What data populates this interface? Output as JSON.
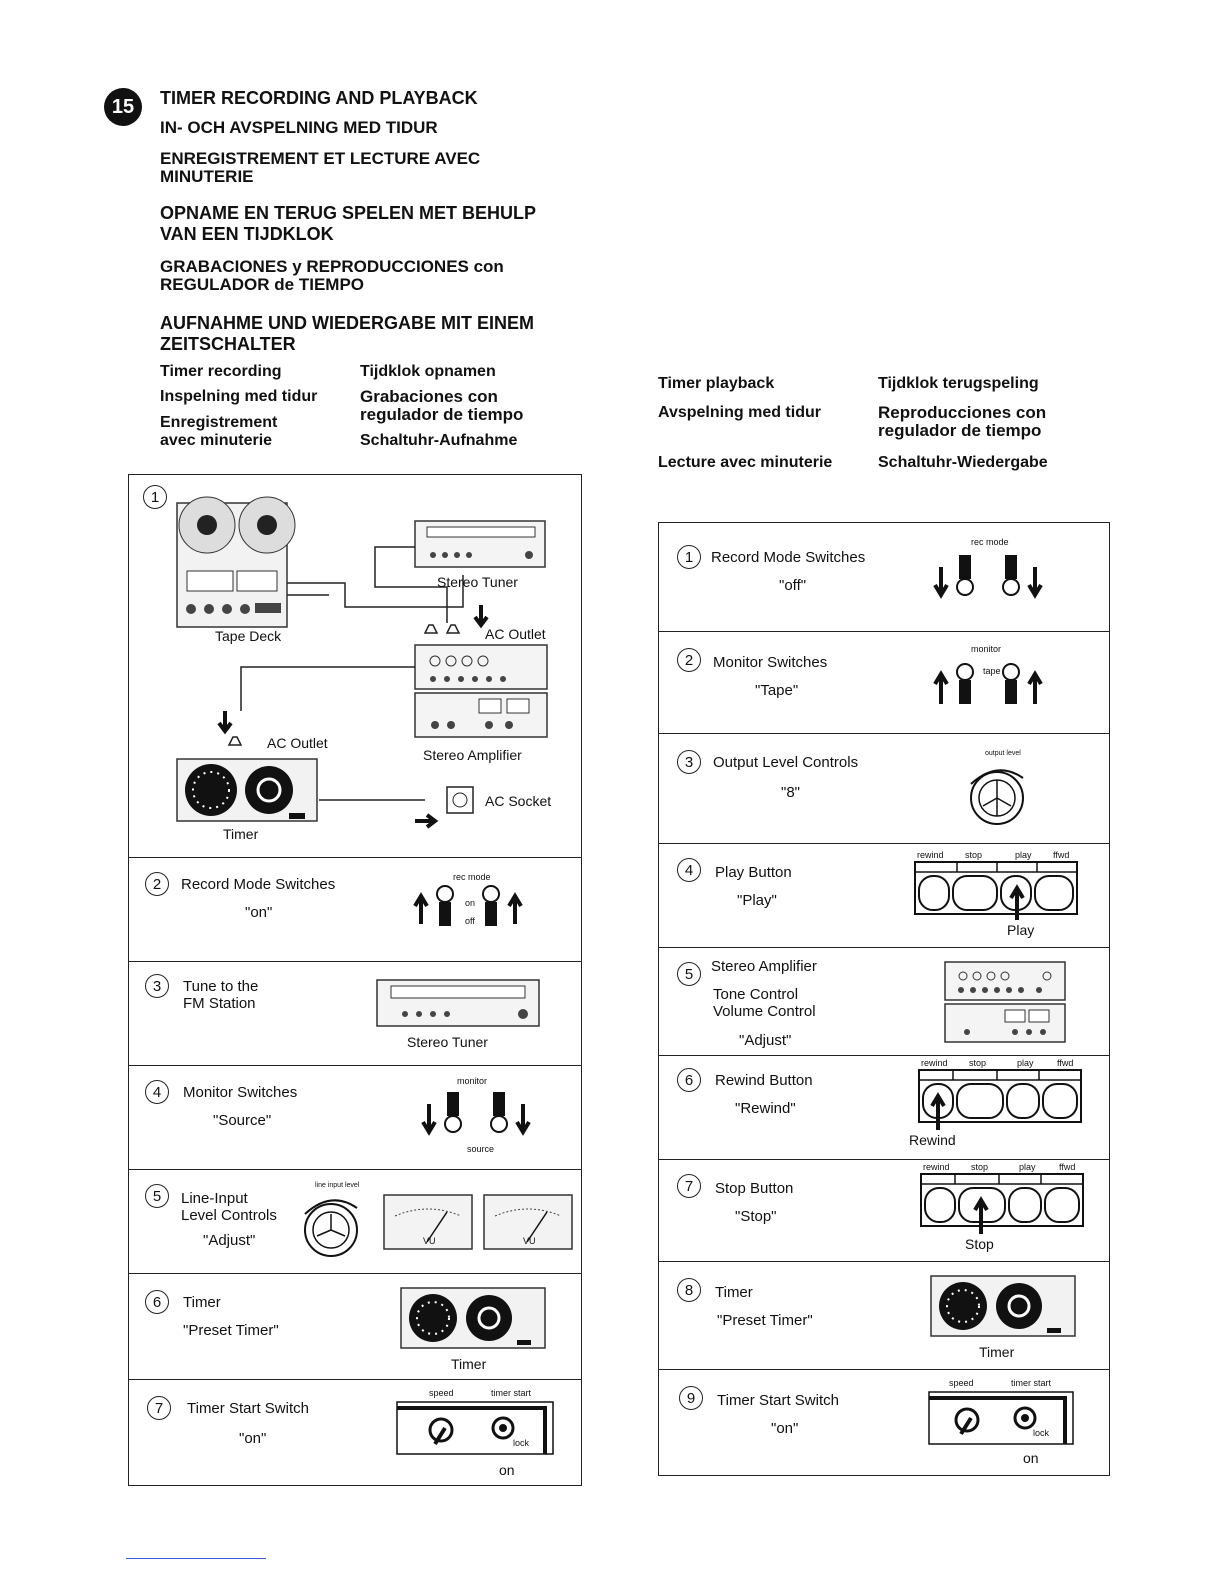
{
  "section": {
    "number": "15",
    "titles": [
      "TIMER RECORDING AND PLAYBACK",
      "IN- OCH AVSPELNING MED TIDUR",
      "ENREGISTREMENT ET LECTURE AVEC\nMINUTERIE",
      "OPNAME EN TERUG SPELEN MET BEHULP\nVAN EEN TIJDKLOK",
      "GRABACIONES y REPRODUCCIONES con\nREGULADOR de TIEMPO",
      "AUFNAHME UND WIEDERGABE MIT EINEM\nZEITSCHALTER"
    ]
  },
  "recording_headings": {
    "col1": [
      "Timer recording",
      "Inspelning med tidur",
      "Enregistrement\navec minuterie"
    ],
    "col2": [
      "Tijdklok opnamen",
      "Grabaciones con\nregulador de tiempo",
      "Schaltuhr-Aufnahme"
    ]
  },
  "playback_headings": {
    "col1": [
      "Timer playback",
      "Avspelning med tidur",
      "Lecture avec minuterie"
    ],
    "col2": [
      "Tijdklok terugspeling",
      "Reproducciones con\nregulador de tiempo",
      "Schaltuhr-Wiedergabe"
    ]
  },
  "recording_panel": {
    "step1": {
      "num": "1",
      "tape_deck": "Tape Deck",
      "stereo_tuner": "Stereo Tuner",
      "ac_outlet_1": "AC Outlet",
      "ac_outlet_2": "AC Outlet",
      "stereo_amplifier": "Stereo Amplifier",
      "ac_socket": "AC Socket",
      "timer": "Timer"
    },
    "steps": [
      {
        "num": "2",
        "label": "Record Mode Switches",
        "value": "\"on\"",
        "fig_top": "rec mode",
        "fig_a": "on",
        "fig_b": "off"
      },
      {
        "num": "3",
        "label": "Tune to the\nFM Station",
        "value": "",
        "caption": "Stereo Tuner"
      },
      {
        "num": "4",
        "label": "Monitor Switches",
        "value": "\"Source\"",
        "fig_top": "monitor",
        "fig_bottom": "source"
      },
      {
        "num": "5",
        "label": "Line-Input\nLevel Controls",
        "value": "\"Adjust\"",
        "fig_top": "line input level",
        "vu": "VU"
      },
      {
        "num": "6",
        "label": "Timer",
        "value": "\"Preset Timer\"",
        "caption": "Timer"
      },
      {
        "num": "7",
        "label": "Timer Start Switch",
        "value": "\"on\"",
        "speed": "speed",
        "timer_start": "timer start",
        "lock": "lock",
        "caption": "on"
      }
    ]
  },
  "playback_panel": {
    "steps": [
      {
        "num": "1",
        "label": "Record Mode Switches",
        "value": "\"off\"",
        "fig_top": "rec mode"
      },
      {
        "num": "2",
        "label": "Monitor Switches",
        "value": "\"Tape\"",
        "fig_top": "monitor",
        "fig_mid": "tape"
      },
      {
        "num": "3",
        "label": "Output Level Controls",
        "value": "\"8\"",
        "fig_top": "output level"
      },
      {
        "num": "4",
        "label": "Play Button",
        "value": "\"Play\"",
        "caption": "Play"
      },
      {
        "num": "5",
        "label": "Stereo Amplifier",
        "sub": "Tone Control\nVolume Control",
        "value": "\"Adjust\""
      },
      {
        "num": "6",
        "label": "Rewind Button",
        "value": "\"Rewind\"",
        "caption": "Rewind"
      },
      {
        "num": "7",
        "label": "Stop Button",
        "value": "\"Stop\"",
        "caption": "Stop"
      },
      {
        "num": "8",
        "label": "Timer",
        "value": "\"Preset Timer\"",
        "caption": "Timer"
      },
      {
        "num": "9",
        "label": "Timer Start Switch",
        "value": "\"on\"",
        "speed": "speed",
        "timer_start": "timer start",
        "lock": "lock",
        "caption": "on"
      }
    ],
    "transport": {
      "rewind": "rewind",
      "stop": "stop",
      "play": "play",
      "ffwd": "ffwd"
    }
  }
}
